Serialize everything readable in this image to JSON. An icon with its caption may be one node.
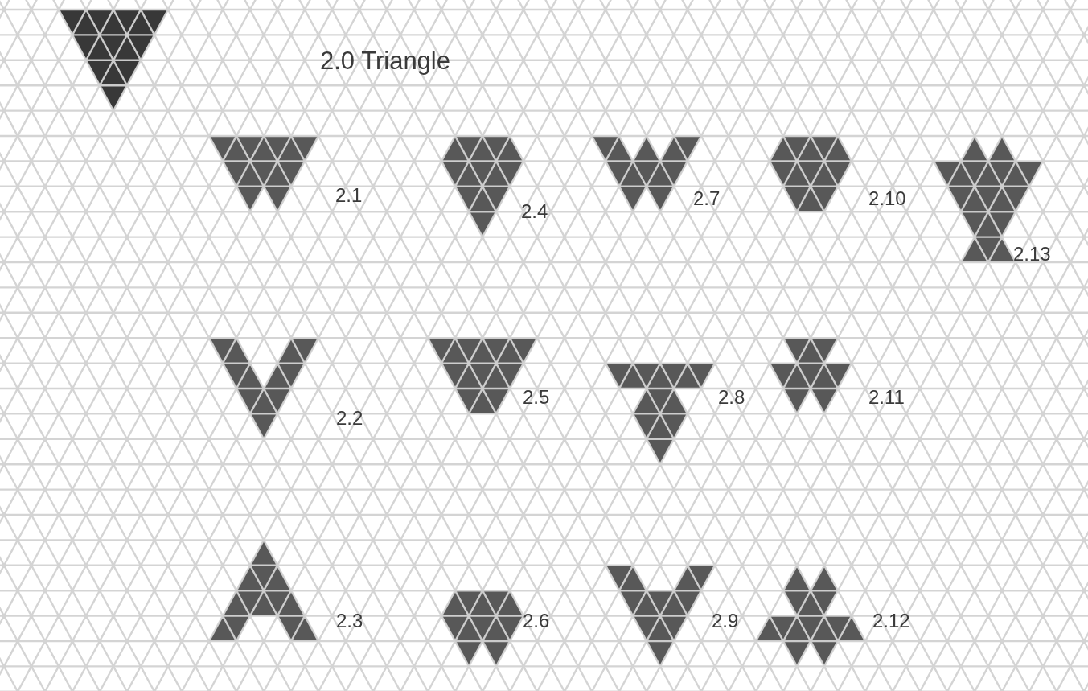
{
  "diagram": {
    "title": "2.0 Triangle",
    "labels": [
      "2.1",
      "2.4",
      "2.7",
      "2.10",
      "2.13",
      "2.2",
      "2.5",
      "2.8",
      "2.11",
      "2.3",
      "2.6",
      "2.9",
      "2.12"
    ]
  }
}
